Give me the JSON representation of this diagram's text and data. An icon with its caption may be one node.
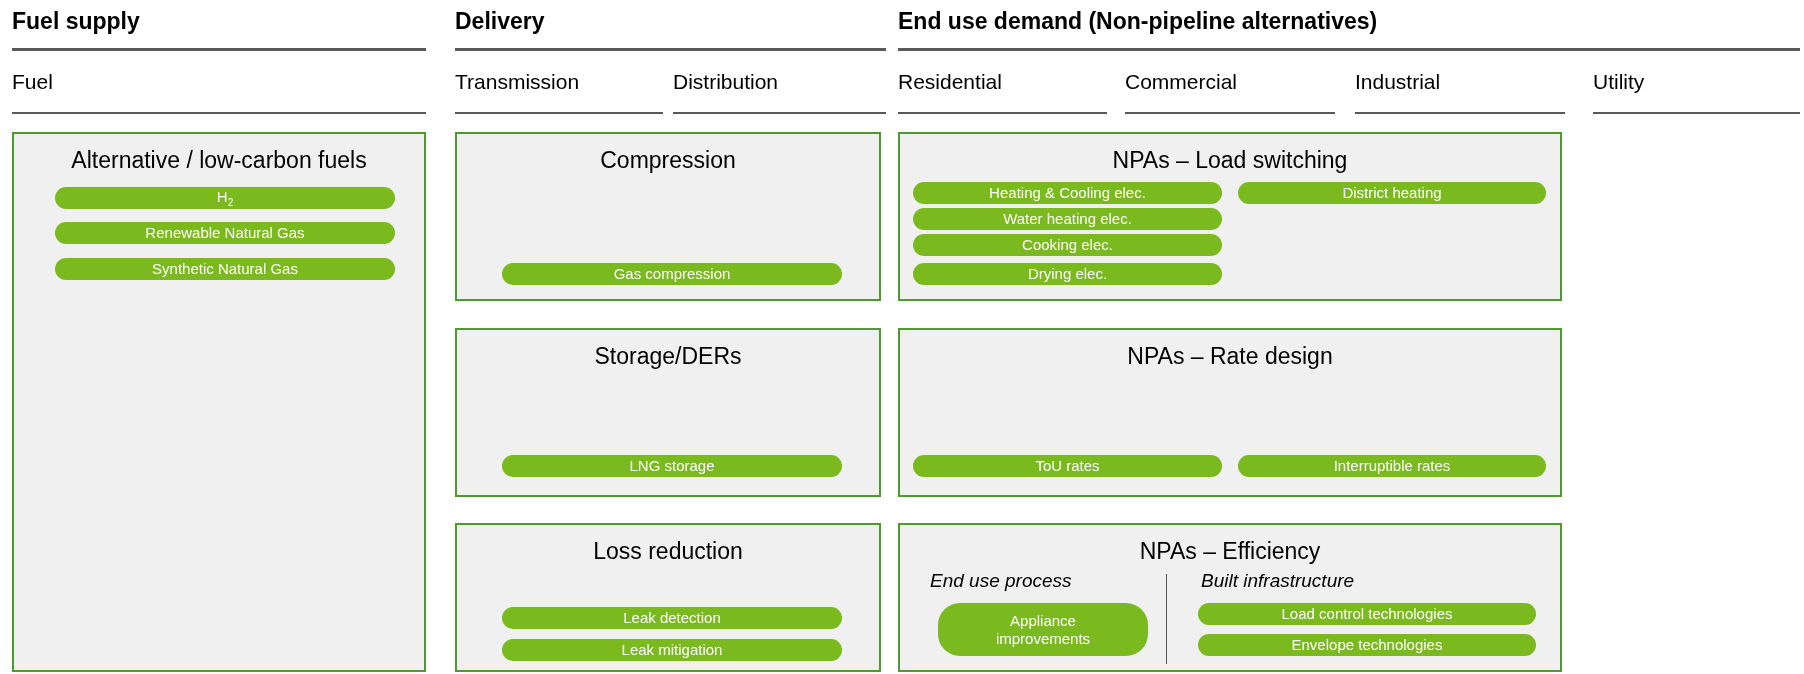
{
  "diagram": {
    "nodes": [
      {
        "text": [
          "Alternative / low-carbon fuels"
        ]
      },
      {
        "text": [
          "H$_{2}$"
        ],
        "in": 0
      },
      {
        "text": [
          "Renewable Natural Gas"
        ],
        "in": 0
      },
      {
        "text": [
          "Synthetic Natural Gas"
        ],
        "in": 0
      },
      {
        "text": [
          "Compression"
        ]
      },
      {
        "text": [
          "Gas compression"
        ],
        "in": 4
      },
      {
        "text": [
          "Storage/DERs"
        ]
      },
      {
        "text": [
          "LNG storage"
        ],
        "in": 6
      },
      {
        "text": [
          "Loss reduction"
        ]
      },
      {
        "text": [
          "Leak detection"
        ],
        "in": 8
      },
      {
        "text": [
          "Leak mitigation"
        ],
        "in": 8
      },
      {
        "text": [
          "NPAs – Load switching"
        ]
      },
      {
        "text": [
          "Heating & Cooling elec."
        ],
        "in": 11
      },
      {
        "text": [
          "Water heating elec."
        ],
        "in": 11
      },
      {
        "text": [
          "Cooking elec."
        ],
        "in": 11
      },
      {
        "text": [
          "Drying elec."
        ],
        "in": 11
      },
      {
        "text": [
          "District heating"
        ],
        "in": 11
      },
      {
        "text": [
          "NPAs – Rate design"
        ]
      },
      {
        "text": [
          "ToU rates"
        ],
        "in": 17
      },
      {
        "text": [
          "Interruptible rates"
        ],
        "in": 17
      },
      {
        "text": [
          "NPAs – Efficiency",
          "End use process",
          "Built infrastructure"
        ]
      },
      {
        "text": [
          "Appliance improvements"
        ],
        "in": 20
      },
      {
        "text": [
          "Load control technologies"
        ],
        "in": 20
      },
      {
        "text": [
          "Envelope technologies"
        ],
        "in": 20
      }
    ],
    "labels": [
      "Fuel supply",
      "Delivery",
      "End use demand (Non-pipeline alternatives)",
      "Fuel",
      "Transmission",
      "Distribution",
      "Residential",
      "Commercial",
      "Industrial",
      "Utility"
    ]
  }
}
